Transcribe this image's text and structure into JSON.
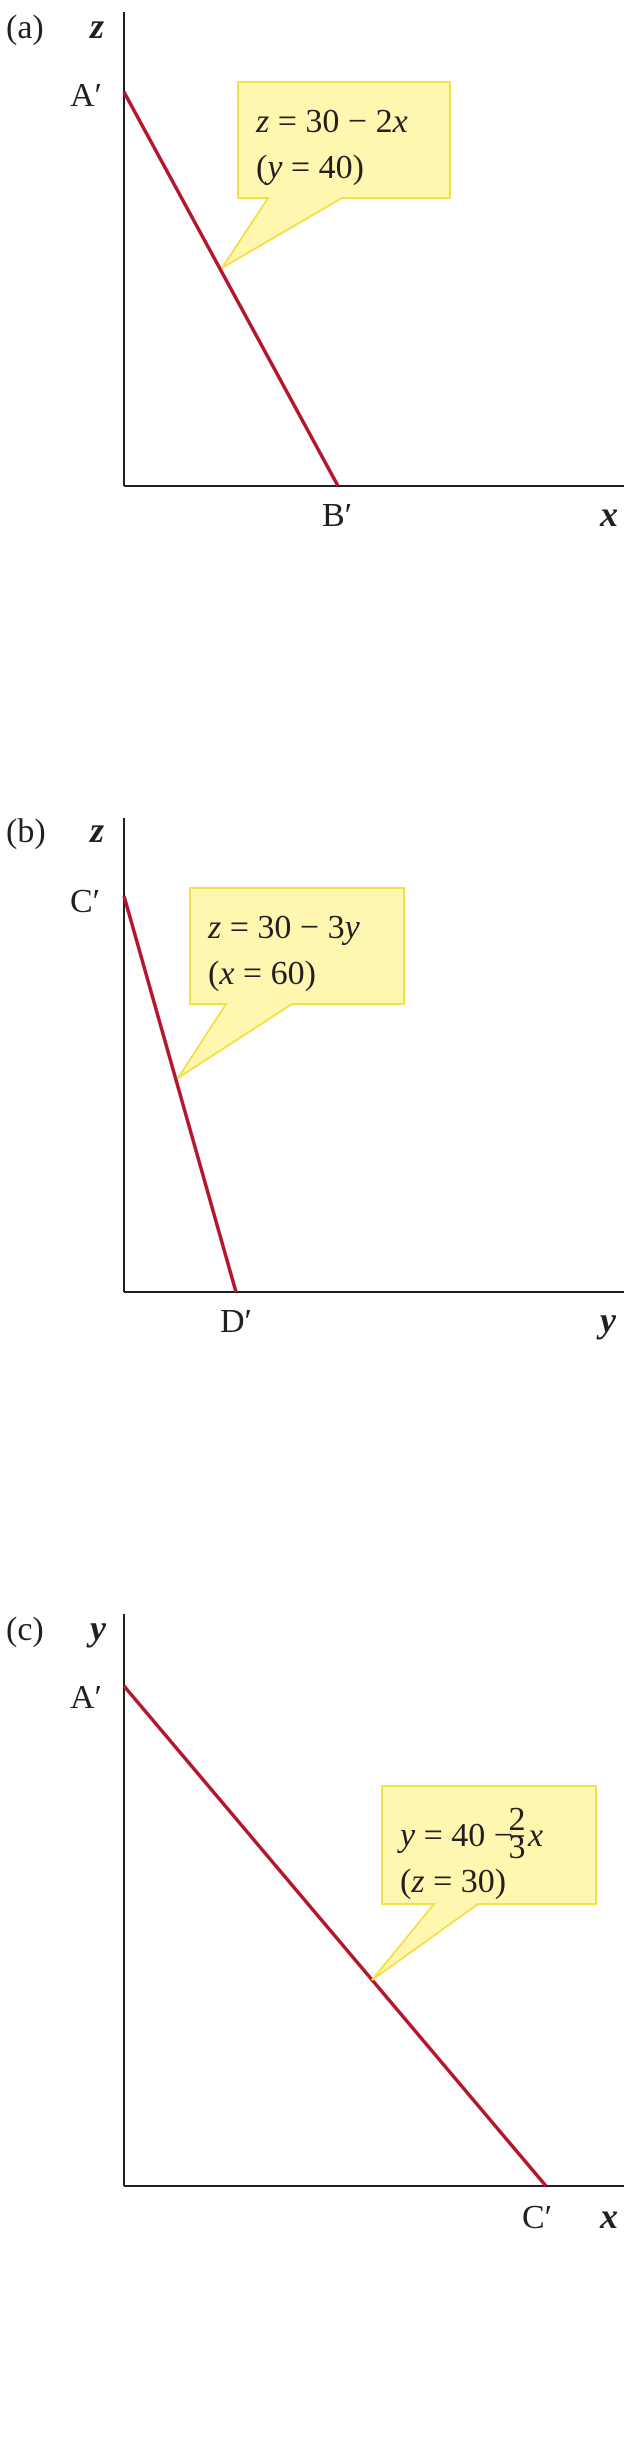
{
  "panels": {
    "a": {
      "tag": "(a)",
      "y_axis": "z",
      "x_axis": "x",
      "point_top": "A′",
      "point_bottom": "B′",
      "eq_lhs": "z",
      "eq_rhs_a": " = 30 − 2",
      "eq_rhs_var": "x",
      "cond_open": "(",
      "cond_var": "y",
      "cond_rest": " = 40)"
    },
    "b": {
      "tag": "(b)",
      "y_axis": "z",
      "x_axis": "y",
      "point_top": "C′",
      "point_bottom": "D′",
      "eq_lhs": "z",
      "eq_rhs_a": " = 30 − 3",
      "eq_rhs_var": "y",
      "cond_open": "(",
      "cond_var": "x",
      "cond_rest": " = 60)"
    },
    "c": {
      "tag": "(c)",
      "y_axis": "y",
      "x_axis": "x",
      "point_top": "A′",
      "point_bottom": "C′",
      "eq_lhs": "y",
      "eq_rhs_a": " = 40 − ",
      "frac_num": "2",
      "frac_den": "3",
      "eq_rhs_var": "x",
      "cond_open": "(",
      "cond_var": "z",
      "cond_rest": " = 30)"
    }
  },
  "colors": {
    "line": "#b5162e",
    "callout_fill": "#fff6b0",
    "callout_stroke": "#f2e04a",
    "axis": "#231f20"
  }
}
